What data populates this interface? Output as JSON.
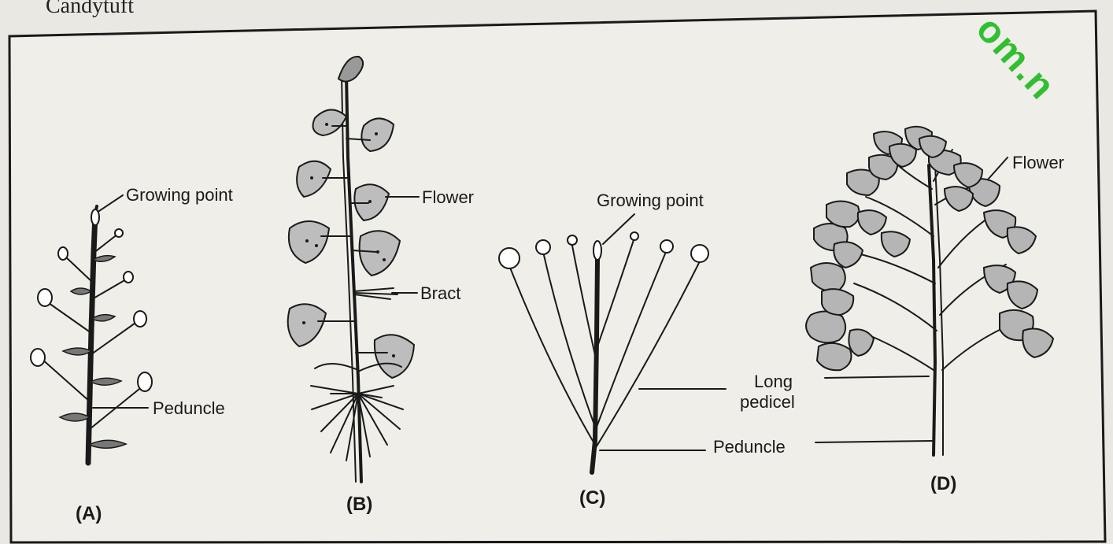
{
  "page_header_text": "Candytuft",
  "watermark_text": "om.n",
  "figures": {
    "A": {
      "caption": "(A)",
      "growing_point_label": "Growing point",
      "peduncle_label": "Peduncle"
    },
    "B": {
      "caption": "(B)",
      "flower_label": "Flower",
      "bract_label": "Bract"
    },
    "C": {
      "caption": "(C)",
      "growing_point_label": "Growing point",
      "long_pedicel_line1": "Long",
      "long_pedicel_line2": "pedicel",
      "peduncle_label": "Peduncle"
    },
    "D": {
      "caption": "(D)",
      "flower_label": "Flower"
    }
  },
  "colors": {
    "ink": "#1a1a1a",
    "paper": "#e9e8e3",
    "panel": "#efeee9",
    "watermark": "#2fbf2f"
  }
}
